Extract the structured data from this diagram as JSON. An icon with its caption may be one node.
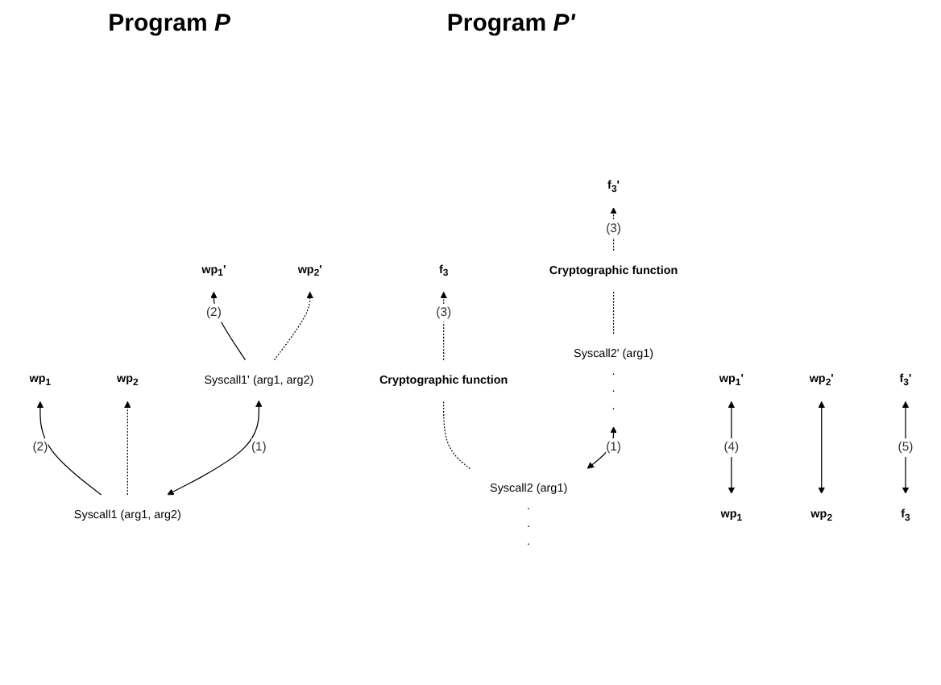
{
  "diagram": {
    "nodes": [
      {
        "text": [
          "wp$_{1}$"
        ]
      },
      {
        "text": [
          "wp$_{2}$"
        ]
      },
      {
        "text": [
          "Syscall1 (arg1, arg2)"
        ]
      },
      {
        "text": [
          "f$_{3}$"
        ]
      },
      {
        "text": [
          "Cryptographic function"
        ]
      },
      {
        "text": [
          "Syscall2 (arg1)"
        ],
        "beside": [
          ".",
          ".",
          "."
        ]
      },
      {
        "text": [
          "wp$_{1}$'"
        ]
      },
      {
        "text": [
          "wp$_{2}$'"
        ]
      },
      {
        "text": [
          "Syscall1' (arg1, arg2)"
        ]
      },
      {
        "text": [
          "f$_{3}$'"
        ]
      },
      {
        "text": [
          "Cryptographic function"
        ]
      },
      {
        "text": [
          "Syscall2' (arg1)"
        ],
        "beside": [
          ".",
          ".",
          "."
        ]
      },
      {
        "text": [
          "wp$_{1}$"
        ]
      },
      {
        "text": [
          "wp$_{1}$'"
        ]
      },
      {
        "text": [
          "wp$_{2}$"
        ]
      },
      {
        "text": [
          "wp$_{2}$'"
        ]
      },
      {
        "text": [
          "f$_{3}$"
        ]
      },
      {
        "text": [
          "f$_{3}$'"
        ]
      }
    ],
    "edges": [
      {
        "from": 2,
        "to": 0,
        "arrow": "to",
        "label": "(2)"
      },
      {
        "from": 2,
        "to": 1,
        "arrow": "to",
        "style": "dashed"
      },
      {
        "from": 4,
        "to": 3,
        "arrow": "to",
        "style": "dashed",
        "label": "(3)"
      },
      {
        "from": 5,
        "to": 4,
        "arrow": "none",
        "style": "dashed"
      },
      {
        "from": 2,
        "to": 8,
        "arrow": "both",
        "label": "(1)"
      },
      {
        "from": 5,
        "to": 11,
        "arrow": "both",
        "label": "(1)"
      },
      {
        "from": 8,
        "to": 6,
        "arrow": "to",
        "label": "(2)"
      },
      {
        "from": 8,
        "to": 7,
        "arrow": "to",
        "style": "dashed"
      },
      {
        "from": 10,
        "to": 9,
        "arrow": "to",
        "style": "dashed",
        "label": "(3)"
      },
      {
        "from": 11,
        "to": 10,
        "arrow": "none",
        "style": "dashed"
      },
      {
        "from": 12,
        "to": 13,
        "arrow": "both",
        "label": "(4)"
      },
      {
        "from": 14,
        "to": 15,
        "arrow": "both"
      },
      {
        "from": 16,
        "to": 17,
        "arrow": "both",
        "label": "(5)"
      }
    ],
    "labels": [
      "Program *P*",
      "Program *P'*"
    ]
  }
}
